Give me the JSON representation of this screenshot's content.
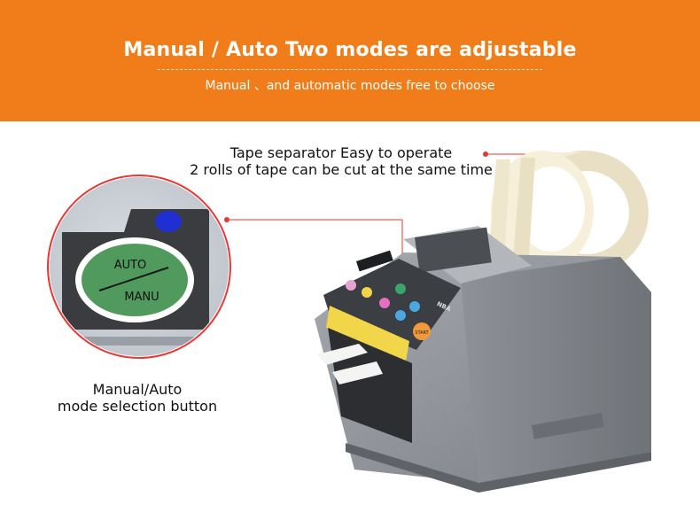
{
  "banner": {
    "title": "Manual / Auto Two modes are adjustable",
    "subtitle": "Manual 、and automatic modes free to choose"
  },
  "callouts": {
    "tape_separator": {
      "line1": "Tape separator Easy to operate",
      "line2": "2 rolls of tape can be cut at the same time"
    },
    "mode_button": {
      "line1": "Manual/Auto",
      "line2": "mode selection button"
    }
  },
  "zoom_button": {
    "top_label": "AUTO",
    "bottom_label": "MANU"
  },
  "machine": {
    "brand_label": "NBA",
    "start_label": "START"
  },
  "colors": {
    "banner": "#f07d1a",
    "leader_line": "#e53935",
    "machine_body": "#8a8d92",
    "mode_button": "#4f9a5c",
    "tape": "#f3ecd6"
  }
}
